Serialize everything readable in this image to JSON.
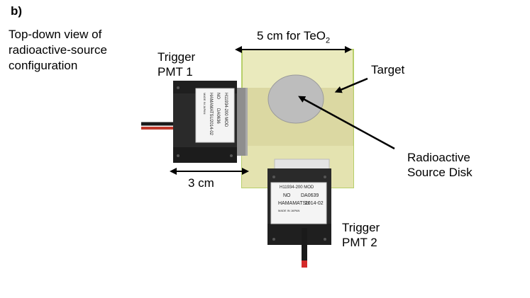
{
  "panel_label": "b)",
  "caption": [
    "Top-down view of",
    "radioactive-source",
    "configuration"
  ],
  "labels": {
    "dim_5cm_prefix": "5 cm for TeO",
    "dim_5cm_subscript": "2",
    "dim_3cm": "3 cm",
    "target": "Target",
    "source_disk": [
      "Radioactive",
      "Source Disk"
    ],
    "pmt1": [
      "Trigger",
      "PMT 1"
    ],
    "pmt2": [
      "Trigger",
      "PMT 2"
    ]
  },
  "pmt1_print": {
    "model": "H11934-200 MOD",
    "no": "NO",
    "serial": "DA0636",
    "maker": "HAMAMATSU",
    "date": "2014-02",
    "origin": "MADE IN JAPAN"
  },
  "pmt2_print": {
    "model": "H11934-200 MOD",
    "no": "NO",
    "serial": "DA0639",
    "maker": "HAMAMATSU",
    "date": "2014-02",
    "origin": "MADE IN JAPAN"
  },
  "colors": {
    "target_box": "#e6e6b0",
    "target_edge": "#b7cf6a",
    "disk": "#b9b9b9",
    "pmt_body": "#262626",
    "cable_red": "#c0392b"
  }
}
